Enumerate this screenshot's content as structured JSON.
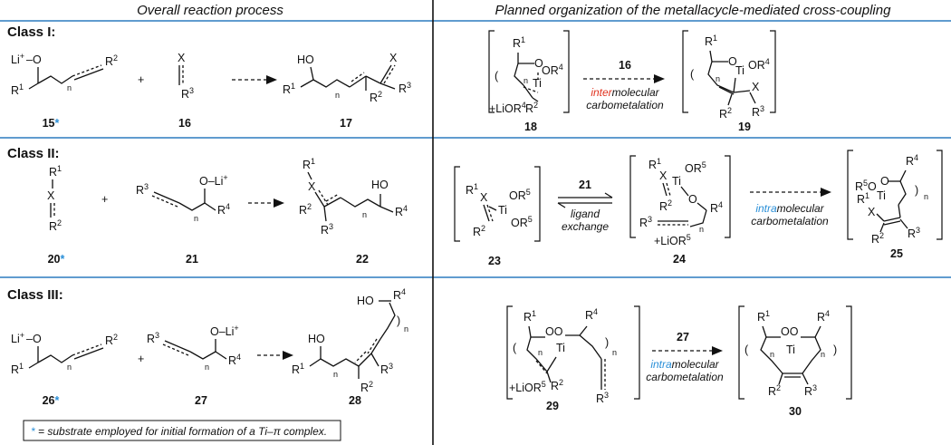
{
  "headers": {
    "left": "Overall reaction process",
    "right": "Planned organization of the metallacycle-mediated cross-coupling"
  },
  "classes": [
    "Class I:",
    "Class II:",
    "Class III:"
  ],
  "compounds": {
    "c15": "15",
    "c16": "16",
    "c17": "17",
    "c18": "18",
    "c19": "19",
    "c20": "20",
    "c21": "21",
    "c22": "22",
    "c23": "23",
    "c24": "24",
    "c25": "25",
    "c26": "26",
    "c27": "27",
    "c28": "28",
    "c29": "29",
    "c30": "30",
    "star": "*"
  },
  "atoms": {
    "Li": "Li",
    "plus_sup": "+",
    "minus_O": "–O",
    "O": "O",
    "O_Li": "O–Li",
    "X": "X",
    "Ti": "Ti",
    "R": "R",
    "OR": "OR",
    "HO": "HO",
    "n": "n",
    "LiOR": "+LiOR",
    "plus": "+",
    "s1": "1",
    "s2": "2",
    "s3": "3",
    "s4": "4",
    "s5": "5"
  },
  "arrows": {
    "a16": "16",
    "a21": "21",
    "a27": "27",
    "inter_colored": "inter",
    "intra_colored": "intra",
    "molecular": "molecular",
    "carbometalation": "carbometalation",
    "ligand": "ligand",
    "exchange": "exchange"
  },
  "footnote": {
    "star": "*",
    "text": " = substrate employed for initial formation of a Ti–π complex."
  },
  "colors": {
    "separator": "#2b7bbf",
    "star": "#2a8fd8",
    "inter": "#e0331f",
    "intra": "#2a8fd8"
  }
}
